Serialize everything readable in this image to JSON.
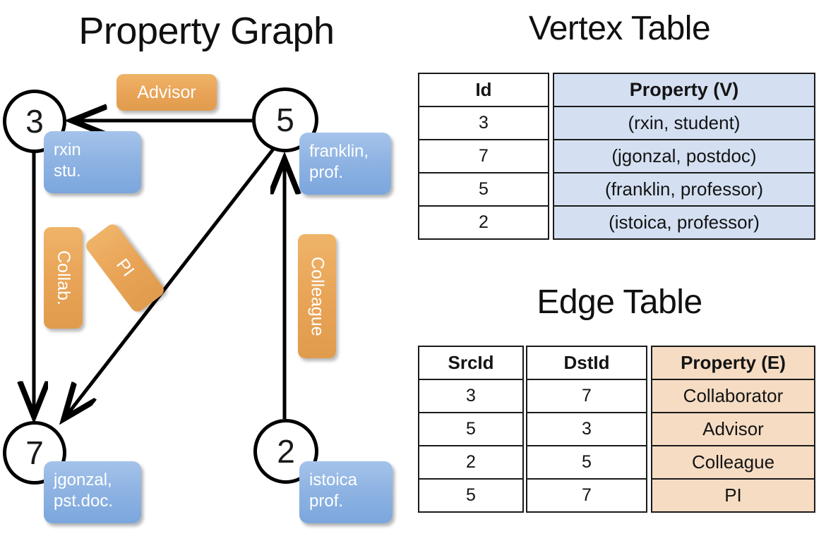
{
  "titles": {
    "property_graph": "Property Graph",
    "vertex_table": "Vertex Table",
    "edge_table": "Edge Table"
  },
  "graph": {
    "vertices": [
      {
        "id": "3",
        "property_line1": "rxin",
        "property_line2": "stu."
      },
      {
        "id": "5",
        "property_line1": "franklin,",
        "property_line2": "prof."
      },
      {
        "id": "7",
        "property_line1": "jgonzal,",
        "property_line2": "pst.doc."
      },
      {
        "id": "2",
        "property_line1": "istoica",
        "property_line2": "prof."
      }
    ],
    "edge_labels": [
      {
        "name": "advisor",
        "text": "Advisor"
      },
      {
        "name": "collab",
        "text": "Collab."
      },
      {
        "name": "pi",
        "text": "PI"
      },
      {
        "name": "colleague",
        "text": "Colleague"
      }
    ]
  },
  "vertex_table": {
    "headers": [
      "Id",
      "Property (V)"
    ],
    "rows": [
      {
        "id": "3",
        "property": "(rxin, student)"
      },
      {
        "id": "7",
        "property": "(jgonzal, postdoc)"
      },
      {
        "id": "5",
        "property": "(franklin, professor)"
      },
      {
        "id": "2",
        "property": "(istoica, professor)"
      }
    ]
  },
  "edge_table": {
    "headers": [
      "SrcId",
      "DstId",
      "Property (E)"
    ],
    "rows": [
      {
        "src": "3",
        "dst": "7",
        "property": "Collaborator"
      },
      {
        "src": "5",
        "dst": "3",
        "property": "Advisor"
      },
      {
        "src": "2",
        "dst": "5",
        "property": "Colleague"
      },
      {
        "src": "5",
        "dst": "7",
        "property": "PI"
      }
    ]
  },
  "colors": {
    "vertex_property_box": "#8fb4e3",
    "edge_label_box": "#e9a457",
    "vertex_table_highlight": "#d4e0f2",
    "edge_table_highlight": "#f5dcc3",
    "stroke": "#000000"
  }
}
